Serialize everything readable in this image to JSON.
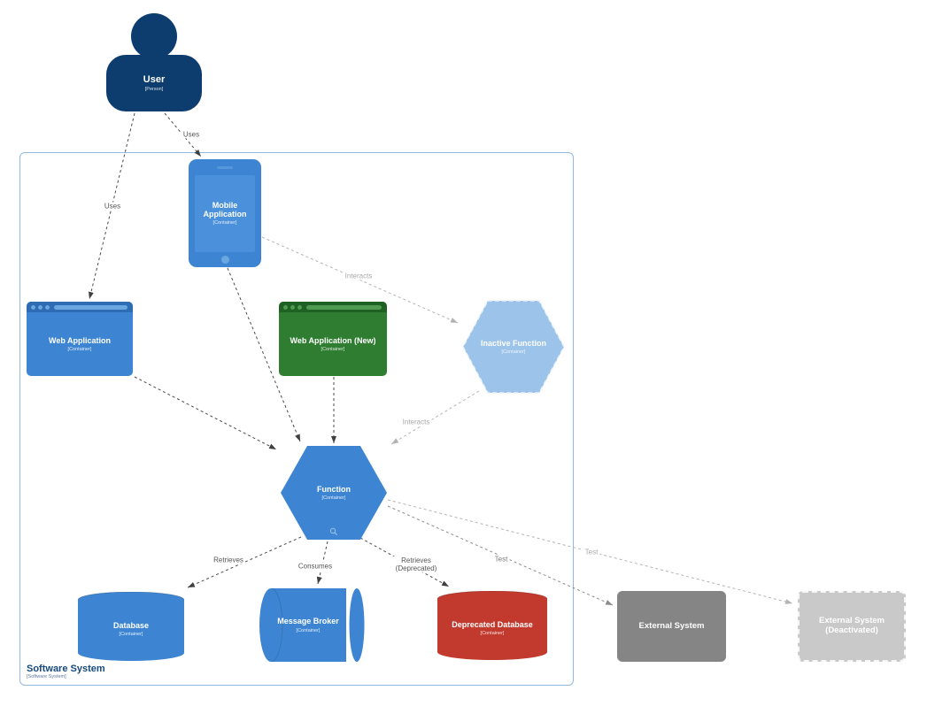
{
  "boundary": {
    "label": "Software System",
    "sublabel": "[Software System]"
  },
  "nodes": {
    "user": {
      "label": "User",
      "sublabel": "[Person]"
    },
    "mobile_application": {
      "label": "Mobile Application",
      "sublabel": "[Container]"
    },
    "web_application": {
      "label": "Web Application",
      "sublabel": "[Container]"
    },
    "web_application_new": {
      "label": "Web Application (New)",
      "sublabel": "[Container]"
    },
    "inactive_function": {
      "label": "Inactive Function",
      "sublabel": "[Container]"
    },
    "function": {
      "label": "Function",
      "sublabel": "[Container]"
    },
    "database": {
      "label": "Database",
      "sublabel": "[Container]"
    },
    "message_broker": {
      "label": "Message Broker",
      "sublabel": "[Container]"
    },
    "deprecated_database": {
      "label": "Deprecated Database",
      "sublabel": "[Container]"
    },
    "external_system": {
      "label": "External System"
    },
    "external_system_deactivated": {
      "label": "External System (Deactivated)"
    }
  },
  "edges": {
    "user_to_web_application": {
      "label": "Uses"
    },
    "user_to_mobile_application": {
      "label": "Uses"
    },
    "mobile_application_to_inactive_function": {
      "label": "Interacts"
    },
    "inactive_function_to_function": {
      "label": "Interacts"
    },
    "function_to_database": {
      "label": "Retrieves"
    },
    "function_to_message_broker": {
      "label": "Consumes"
    },
    "function_to_deprecated_database": {
      "label": "Retrieves (Deprecated)"
    },
    "function_to_external_system": {
      "label": "Test"
    },
    "function_to_external_system_deactivated": {
      "label": "Test"
    }
  },
  "connections": [
    {
      "from": "user",
      "to": "web_application",
      "label": "Uses"
    },
    {
      "from": "user",
      "to": "mobile_application",
      "label": "Uses"
    },
    {
      "from": "mobile_application",
      "to": "function",
      "label": ""
    },
    {
      "from": "web_application",
      "to": "function",
      "label": ""
    },
    {
      "from": "web_application_new",
      "to": "function",
      "label": ""
    },
    {
      "from": "mobile_application",
      "to": "inactive_function",
      "label": "Interacts"
    },
    {
      "from": "inactive_function",
      "to": "function",
      "label": "Interacts"
    },
    {
      "from": "function",
      "to": "database",
      "label": "Retrieves"
    },
    {
      "from": "function",
      "to": "message_broker",
      "label": "Consumes"
    },
    {
      "from": "function",
      "to": "deprecated_database",
      "label": "Retrieves (Deprecated)"
    },
    {
      "from": "function",
      "to": "external_system",
      "label": "Test"
    },
    {
      "from": "function",
      "to": "external_system_deactivated",
      "label": "Test"
    }
  ],
  "colors": {
    "person": "#0d3c6e",
    "container_blue": "#3d85d2",
    "container_blue_dark": "#2e6cb4",
    "container_green": "#2e7d31",
    "container_green_dark": "#1f6023",
    "inactive_blue": "#9cc3e9",
    "deprecated_red": "#c2392e",
    "external_gray": "#858585",
    "deactivated_gray": "#c9c9c9",
    "boundary_border": "#91b9e3",
    "boundary_title": "#17497c",
    "edge_dark": "#4a4a4a",
    "edge_mid": "#8c8c8c",
    "edge_light": "#b3b3b3"
  }
}
